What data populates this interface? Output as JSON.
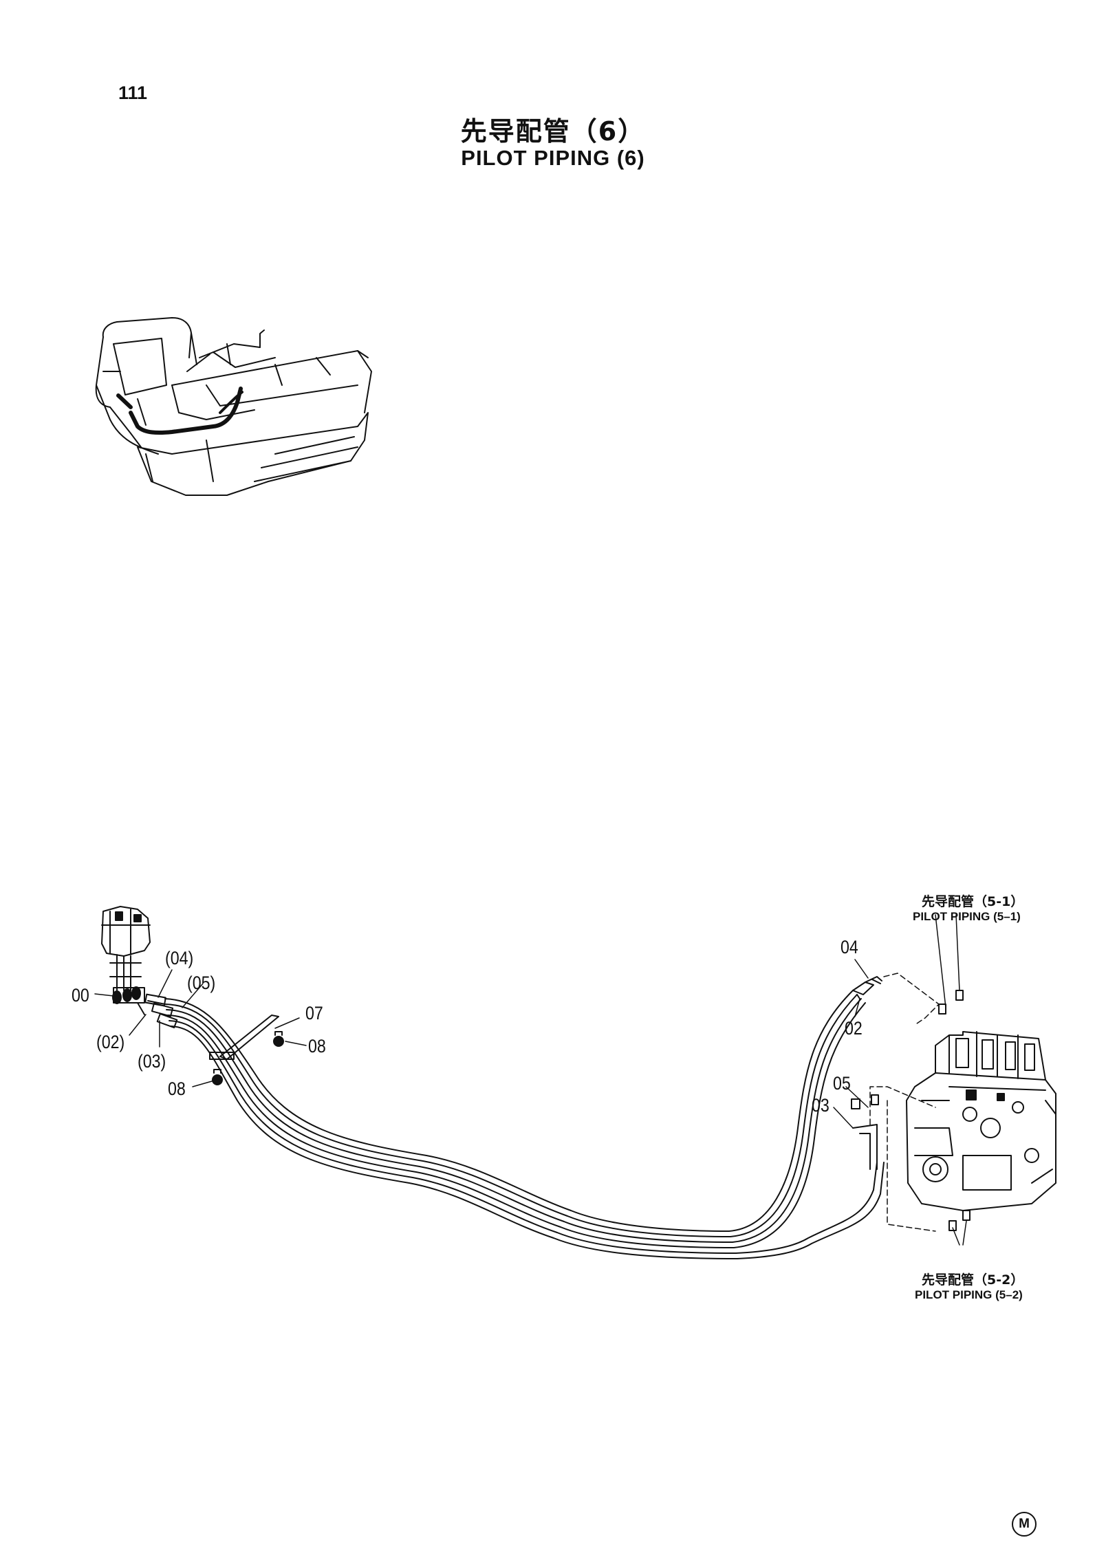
{
  "header": {
    "page_number": "111",
    "title_cn": "先导配管（6）",
    "title_en": "PILOT  PIPING (6)"
  },
  "callouts": {
    "c00": "00",
    "c04p": "(04)",
    "c05p": "(05)",
    "c02p": "(02)",
    "c03p": "(03)",
    "c07": "07",
    "c08a": "08",
    "c08b": "08",
    "c04": "04",
    "c02": "02",
    "c05": "05",
    "c03": "03"
  },
  "references": {
    "upper_cn": "先导配管（5-1）",
    "upper_en": "PILOT  PIPING (5–1)",
    "lower_cn": "先导配管（5-2）",
    "lower_en": "PILOT  PIPING (5–2)"
  },
  "footer": {
    "mark": "M"
  }
}
